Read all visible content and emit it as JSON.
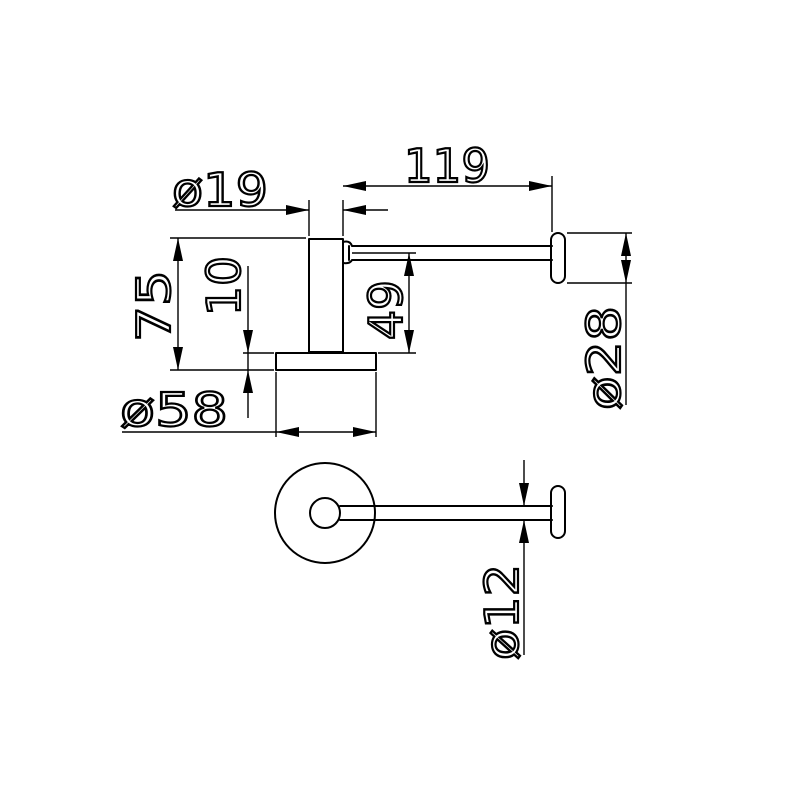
{
  "dimensions": {
    "bracket_diameter": "ø19",
    "projection_length": "119",
    "total_height": "75",
    "arm_offset": "10",
    "arm_height": "49",
    "base_diameter": "ø58",
    "end_cap_diameter": "ø28",
    "rod_diameter": "ø12"
  },
  "colors": {
    "line": "#000000",
    "background": "#ffffff"
  }
}
